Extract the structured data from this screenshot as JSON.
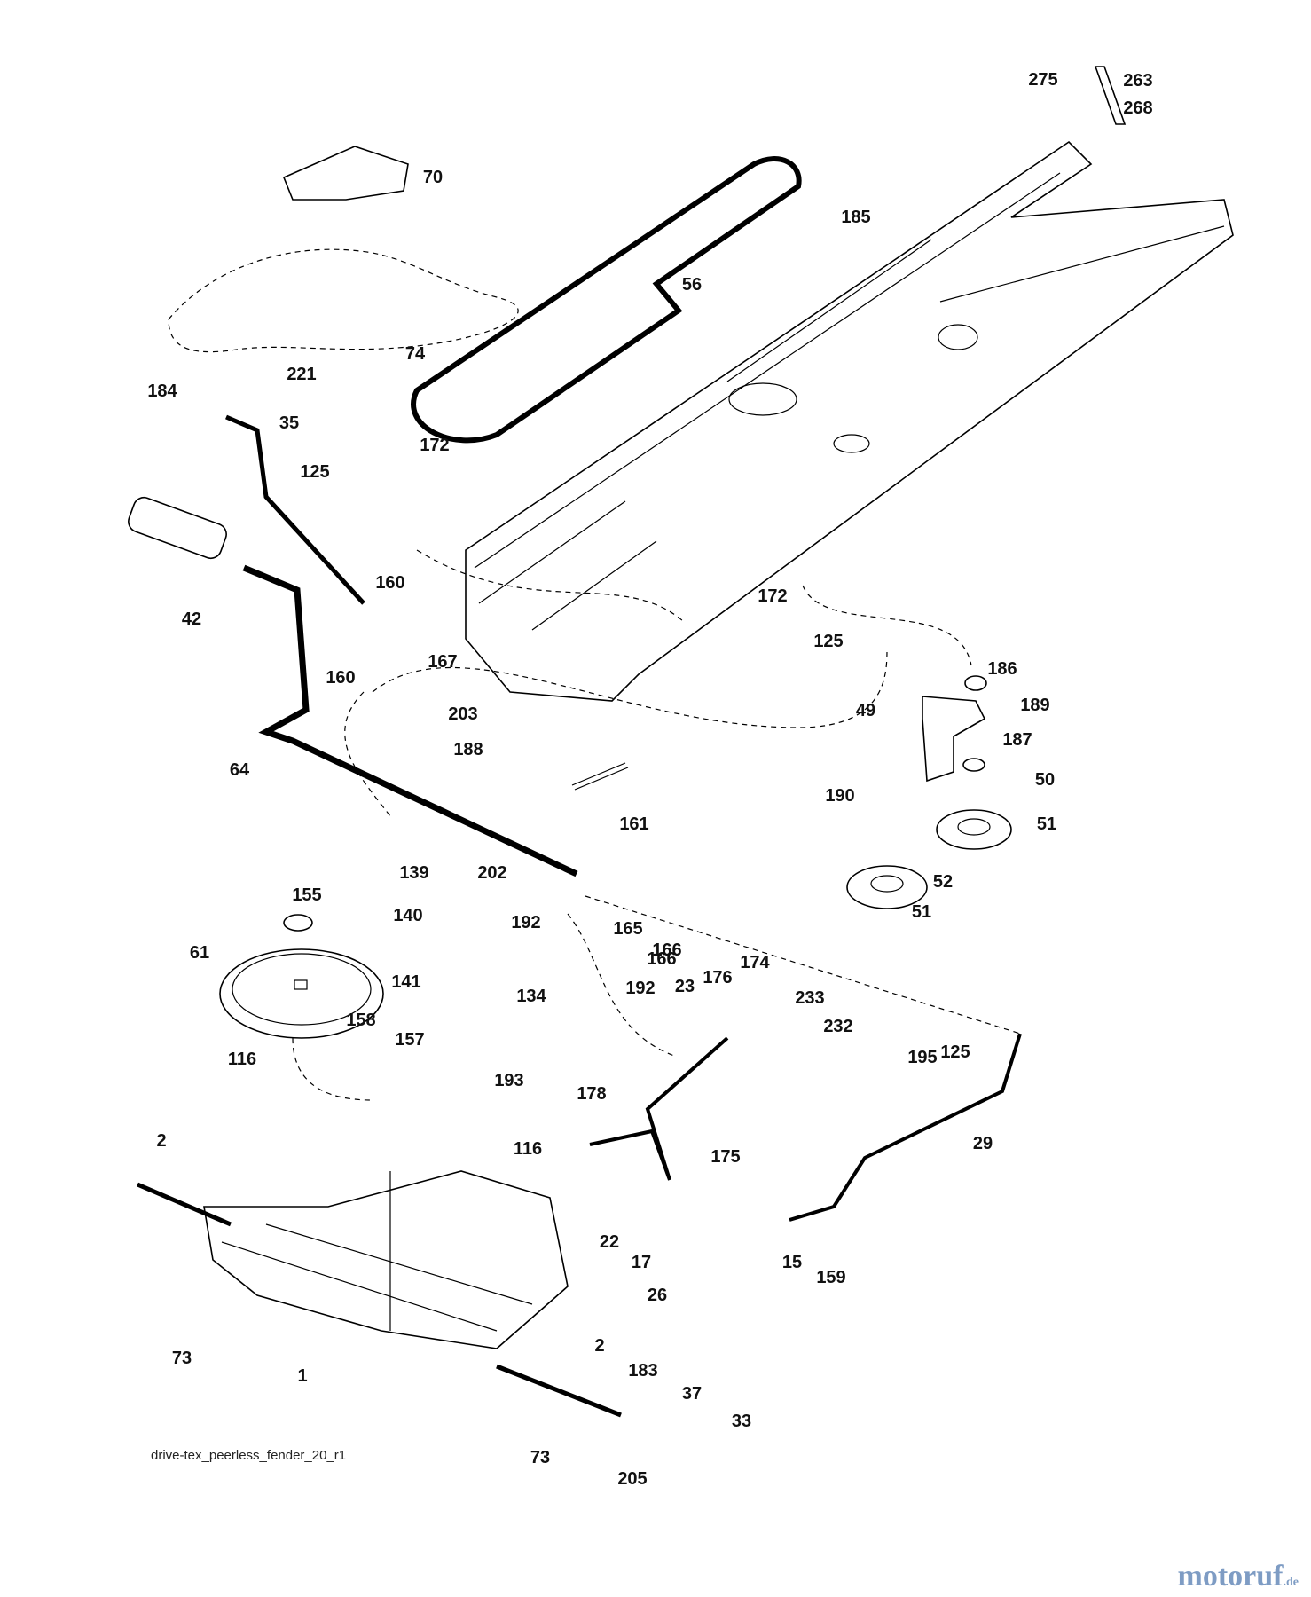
{
  "diagram": {
    "caption": "drive-tex_peerless_fender_20_r1",
    "watermark": {
      "name": "motoruf",
      "tld": ".de"
    },
    "callouts": [
      "275",
      "263",
      "268",
      "70",
      "185",
      "56",
      "74",
      "221",
      "184",
      "35",
      "172",
      "125",
      "42",
      "160",
      "167",
      "186",
      "189",
      "49",
      "187",
      "64",
      "203",
      "188",
      "161",
      "190",
      "50",
      "51",
      "52",
      "139",
      "202",
      "155",
      "140",
      "165",
      "166",
      "61",
      "141",
      "134",
      "174",
      "23",
      "176",
      "192",
      "233",
      "232",
      "116",
      "157",
      "158",
      "193",
      "195",
      "178",
      "2",
      "175",
      "29",
      "17",
      "26",
      "22",
      "15",
      "159",
      "73",
      "1",
      "183",
      "37",
      "33",
      "205"
    ],
    "colors": {
      "lines": "#000000",
      "watermark": "#7e9cc4",
      "background": "#ffffff"
    }
  }
}
